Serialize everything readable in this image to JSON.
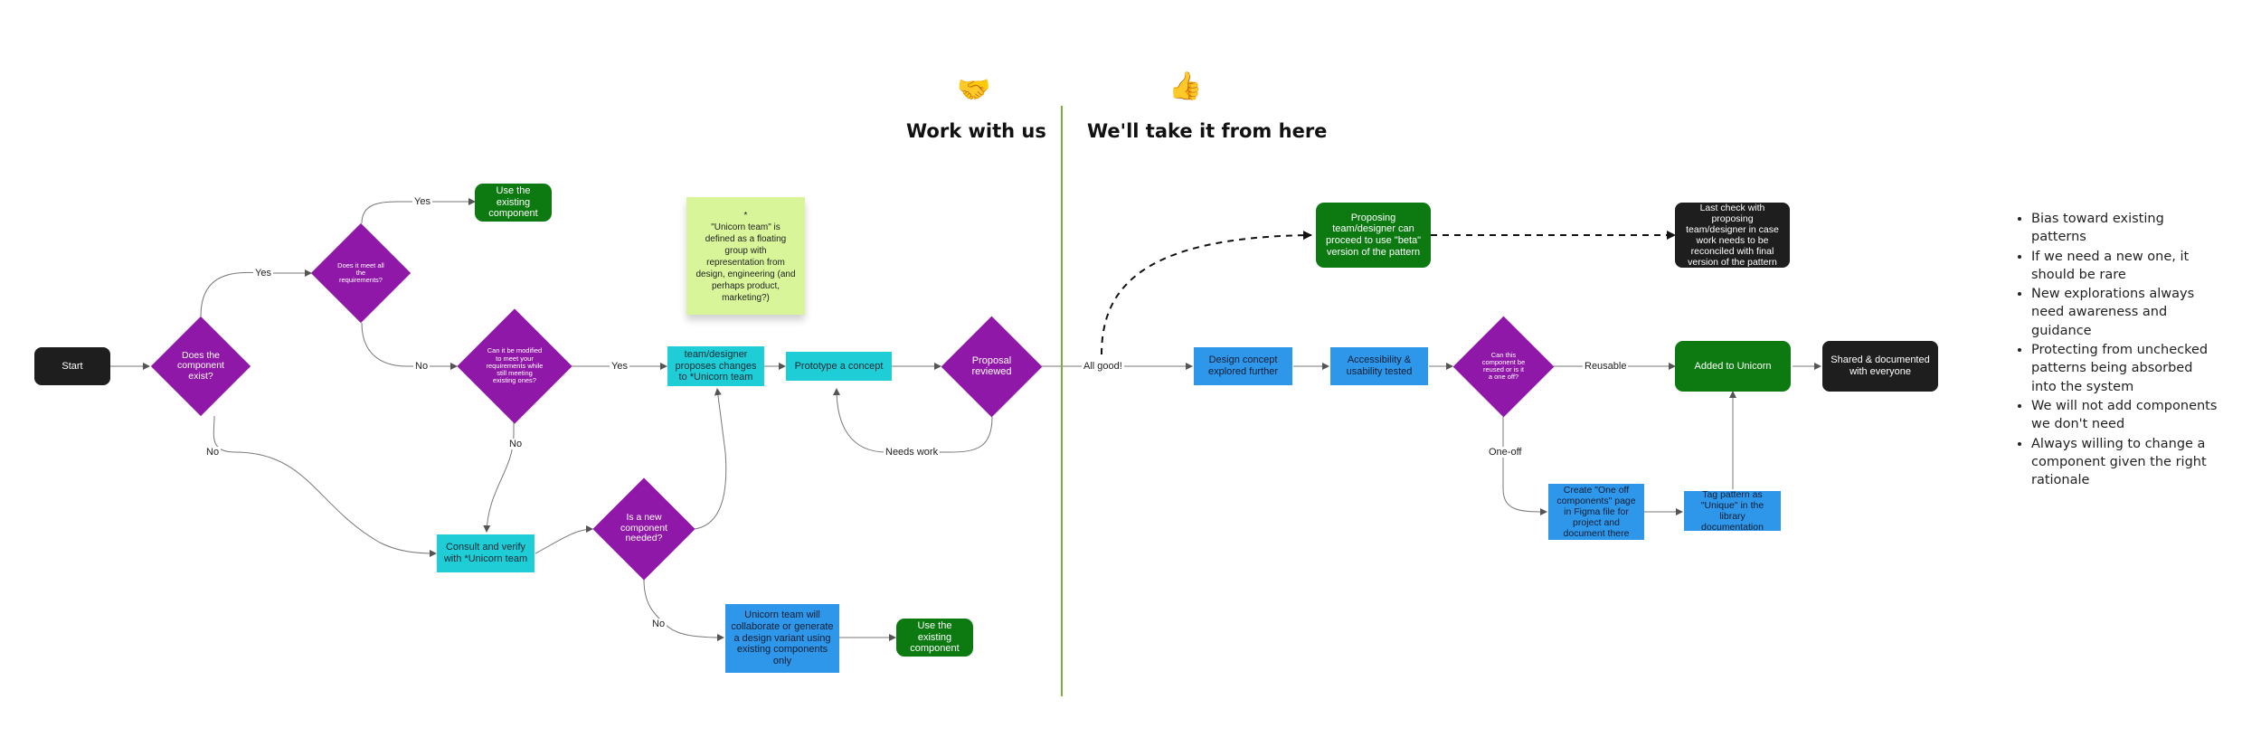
{
  "headers": {
    "work_with_us": "Work with us",
    "take_from_here": "We'll take it from here"
  },
  "icons": {
    "handshake": "handshake-icon",
    "thumbs_up": "thumbs-up-icon"
  },
  "colors": {
    "decision": "#9018a8",
    "terminal_dark": "#1e1e1e",
    "positive_green": "#0c7a10",
    "process_blue": "#2f97ea",
    "process_teal": "#1fcdd6",
    "sticky_note": "#d8f59a",
    "divider": "#7ab03a"
  },
  "nodes": {
    "start": "Start",
    "does_exist": "Does the component exist?",
    "meet_reqs": "Does it meet all the requirements?",
    "use_existing_top": "Use the existing component",
    "can_modify": "Can it be modified to meet your requirements while still meeting existing ones?",
    "propose_changes": "team/designer proposes changes to *Unicorn team",
    "prototype": "Prototype a concept",
    "proposal_reviewed": "Proposal reviewed",
    "consult_verify": "Consult and verify with *Unicorn team",
    "new_component_needed": "Is a new component needed?",
    "collaborate": "Unicorn team will collaborate or generate a design variant using existing components only",
    "use_existing_bottom": "Use the existing component",
    "design_explored": "Design concept explored further",
    "accessibility": "Accessibility & usability tested",
    "reused_or_oneoff": "Can this component be reused or is it a one off?",
    "added_unicorn": "Added to Unicorn",
    "shared_documented": "Shared & documented with everyone",
    "proposing_beta": "Proposing team/designer can proceed to use \"beta\" version of the pattern",
    "last_check": "Last check with proposing team/designer in case work needs to be reconciled with final version of the pattern",
    "create_oneoff": "Create \"One off components\" page in Figma file for project and document there",
    "tag_unique": "Tag pattern as \"Unique\" in the library documentation"
  },
  "edge_labels": {
    "yes_1": "Yes",
    "yes_2": "Yes",
    "yes_3": "Yes",
    "no_1": "No",
    "no_2": "No",
    "no_3": "No",
    "no_4": "No",
    "needs_work": "Needs work",
    "all_good": "All good!",
    "reusable": "Reusable",
    "one_off": "One-off"
  },
  "sticky": {
    "asterisk": "*",
    "text": "\"Unicorn team\" is defined as a floating group with representation from design, engineering (and perhaps product, marketing?)"
  },
  "principles": [
    "Bias toward existing patterns",
    "If we need a new one, it should be rare",
    "New explorations always need awareness and guidance",
    "Protecting from unchecked patterns being absorbed into the system",
    "We will not add components we don't need",
    "Always willing to change a component given the right rationale"
  ]
}
